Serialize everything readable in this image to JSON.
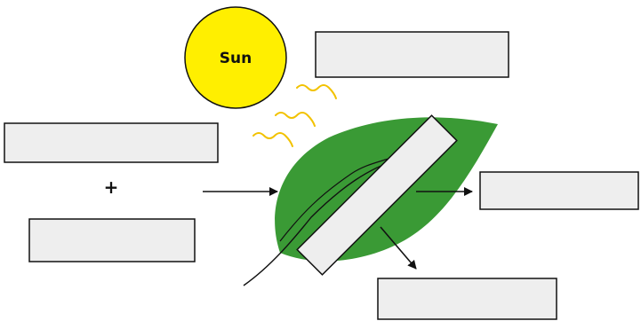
{
  "sun": {
    "label": "Sun",
    "fill": "#ffef00",
    "stroke": "#111111"
  },
  "plus": {
    "label": "+"
  },
  "leaf": {
    "fill": "#3a9a35",
    "vein": "#111111"
  },
  "rays": {
    "color": "#f2c200"
  },
  "answer_boxes": [
    {
      "id": "box-top-right",
      "value": ""
    },
    {
      "id": "box-left-upper",
      "value": ""
    },
    {
      "id": "box-left-lower",
      "value": ""
    },
    {
      "id": "box-leaf",
      "value": ""
    },
    {
      "id": "box-right",
      "value": ""
    },
    {
      "id": "box-bottom",
      "value": ""
    }
  ],
  "box_fill": "#eeeeee"
}
